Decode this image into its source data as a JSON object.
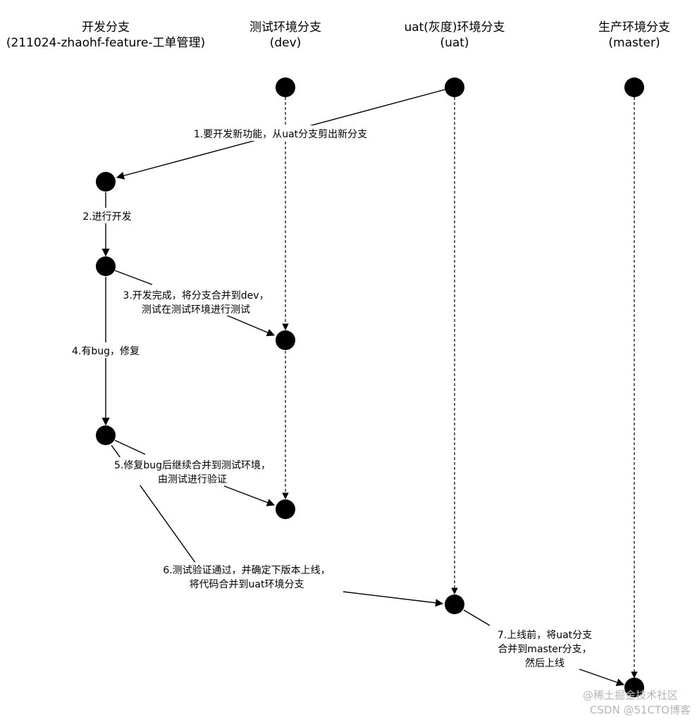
{
  "columns": [
    {
      "title": "开发分支",
      "subtitle": "(211024-zhaohf-feature-工单管理)"
    },
    {
      "title": "测试环境分支",
      "subtitle": "(dev)"
    },
    {
      "title": "uat(灰度)环境分支",
      "subtitle": "(uat)"
    },
    {
      "title": "生产环境分支",
      "subtitle": "(master)"
    }
  ],
  "steps": [
    {
      "line1": "1.要开发新功能，从uat分支剪出新分支"
    },
    {
      "line1": "2.进行开发"
    },
    {
      "line1": "3.开发完成，将分支合并到dev，",
      "line2": "测试在测试环境进行测试"
    },
    {
      "line1": "4.有bug，修复"
    },
    {
      "line1": "5.修复bug后继续合并到测试环境，",
      "line2": "由测试进行验证"
    },
    {
      "line1": "6.测试验证通过，并确定下版本上线，",
      "line2": "将代码合并到uat环境分支"
    },
    {
      "line1": "7.上线前，将uat分支",
      "line2": "合并到master分支，",
      "line3": "然后上线"
    }
  ],
  "watermark": {
    "line1": "@稀土掘金技术社区",
    "line2": "CSDN @51CTO博客"
  },
  "colors": {
    "stroke": "#000000",
    "node": "#000000",
    "watermark": "#b5b5b5"
  }
}
